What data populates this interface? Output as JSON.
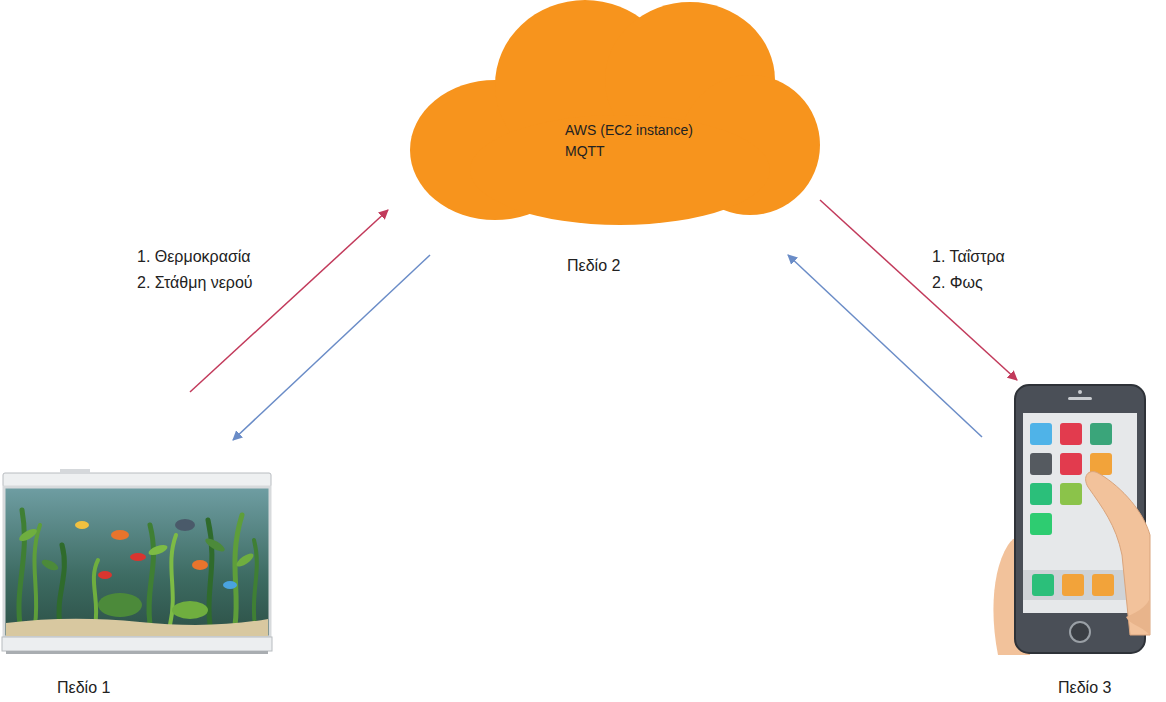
{
  "diagram": {
    "nodes": [
      {
        "text": [
          "AWS (EC2 instance)",
          "MQTT",
          "Πεδίο 2"
        ]
      },
      {
        "text": [
          "Πεδίο 1"
        ]
      },
      {
        "text": [
          "Πεδίο 3"
        ]
      }
    ],
    "edges": [
      {
        "from": 1,
        "to": 0,
        "arrow": "to"
      },
      {
        "from": 0,
        "to": 1,
        "arrow": "to"
      },
      {
        "from": 0,
        "to": 2,
        "arrow": "to"
      },
      {
        "from": 2,
        "to": 0,
        "arrow": "to"
      }
    ],
    "labels": [
      "1. Θερμοκρασία",
      "2. Στάθμη νερού",
      "1. Ταΐστρα",
      "2. Φως"
    ]
  }
}
